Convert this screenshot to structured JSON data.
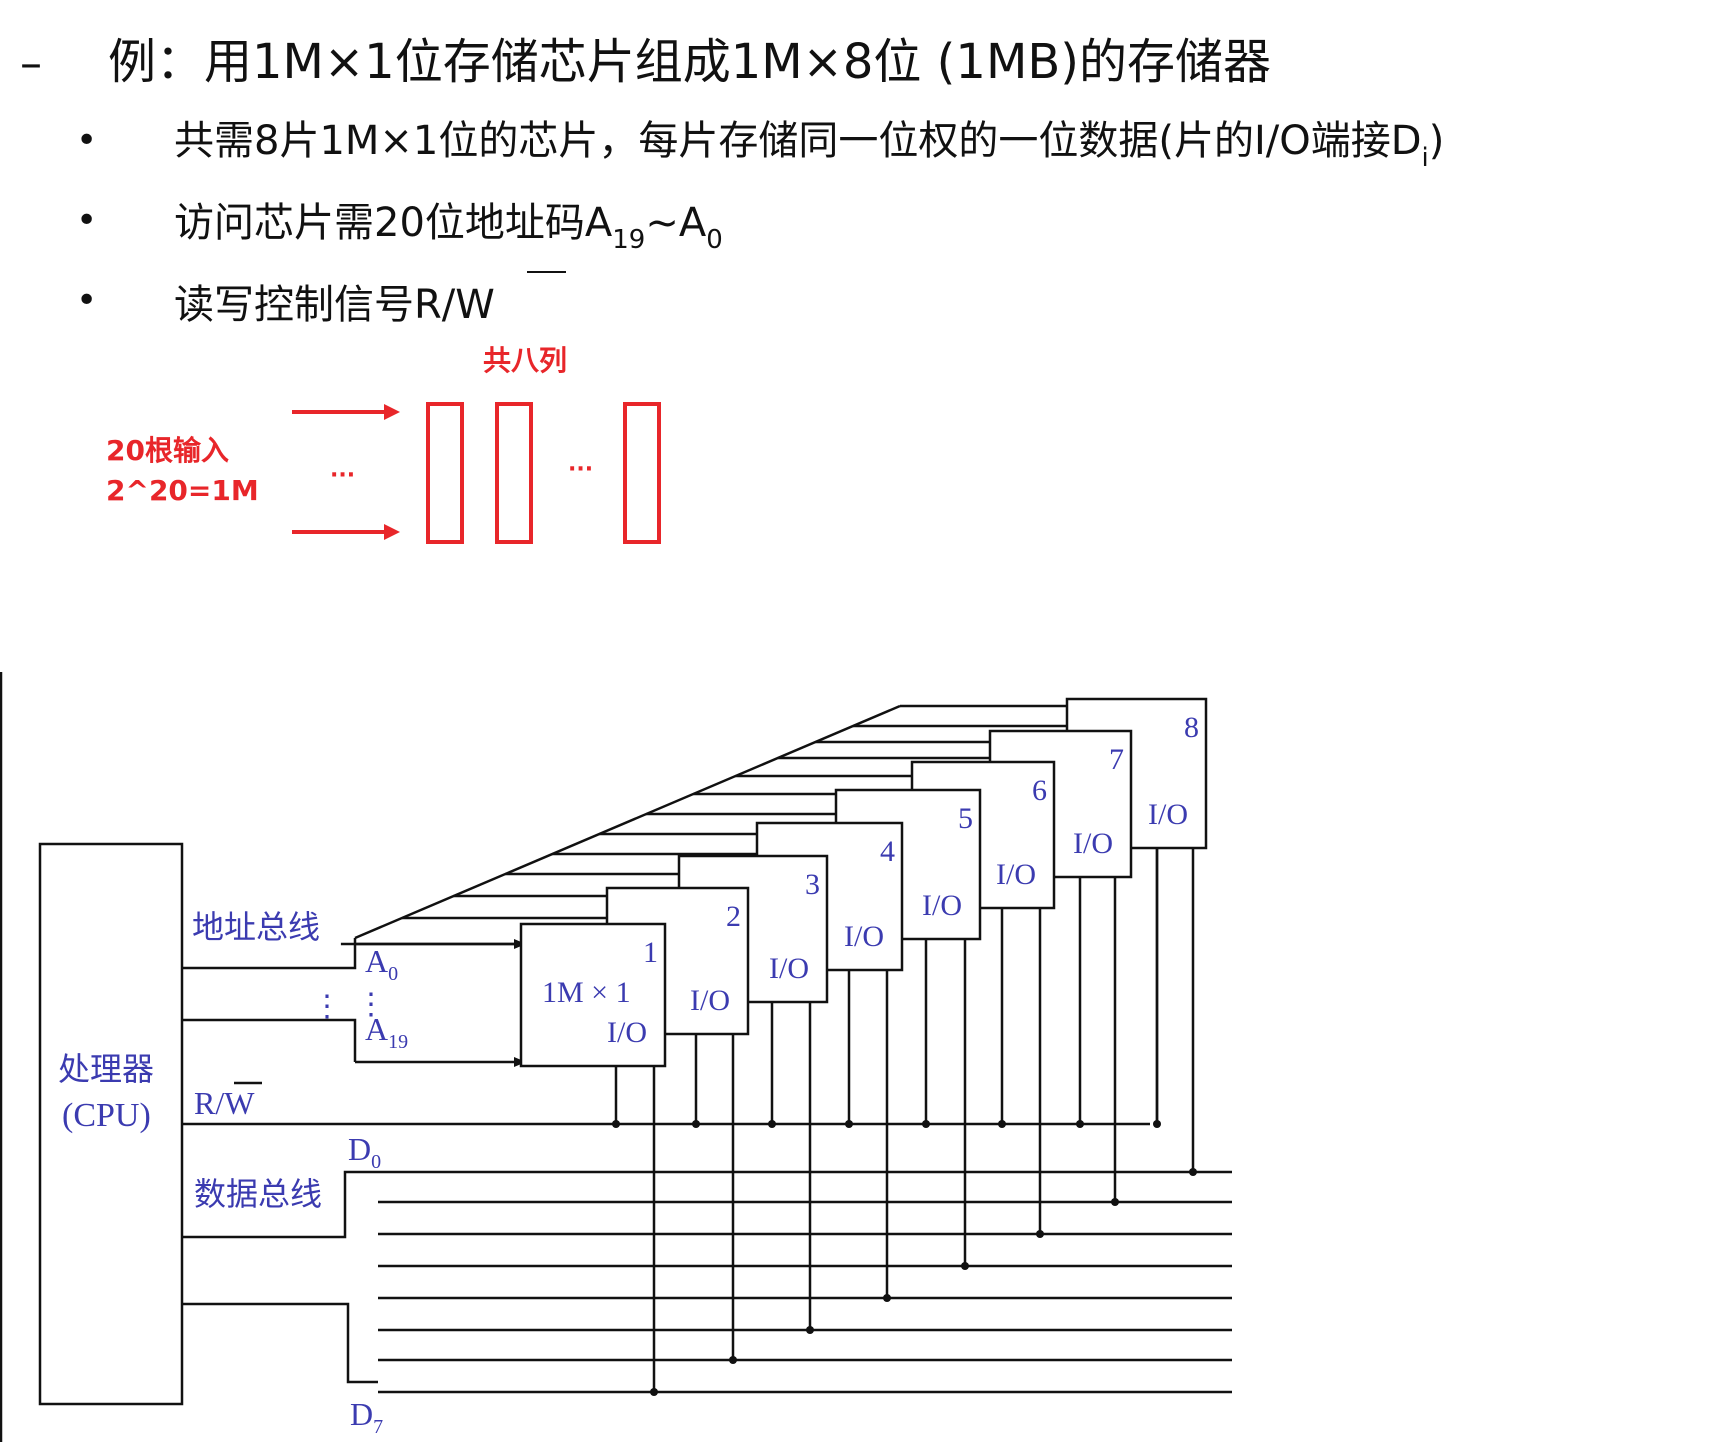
{
  "heading": {
    "dash": "–",
    "title": "例：用1M×1位存储芯片组成1M×8位 (1MB)的存储器"
  },
  "bullets": [
    {
      "marker": "•",
      "text": "共需8片1M×1位的芯片，每片存储同一位权的一位数据(片的I/O端接D",
      "sub": "i",
      "tail": ")"
    },
    {
      "marker": "•",
      "text": "访问芯片需20位地址码A",
      "sub": "19",
      "mid": "~A",
      "sub2": "0"
    },
    {
      "marker": "•",
      "text": "读写控制信号R/",
      "over": "W"
    }
  ],
  "sketch": {
    "label_top": "共八列",
    "label_left_1": "20根输入",
    "label_left_2": "2^20=1M",
    "dots_left": "···",
    "dots_mid": "···",
    "colors": {
      "red": "#e8262a"
    }
  },
  "circuit": {
    "cpu_label_1": "处理器",
    "cpu_label_2": "(CPU)",
    "addr_bus": "地址总线",
    "a0": "A",
    "a0_sub": "0",
    "a19": "A",
    "a19_sub": "19",
    "vdots": "⋮",
    "rw": "R/",
    "rw_over": "W",
    "data_bus": "数据总线",
    "d0": "D",
    "d0_sub": "0",
    "d7": "D",
    "d7_sub": "7",
    "chip_text": "1M × 1",
    "io": "I/O",
    "chip_numbers": [
      "1",
      "2",
      "3",
      "4",
      "5",
      "6",
      "7",
      "8"
    ],
    "colors": {
      "wire": "#111111",
      "label": "#3b3bb0"
    }
  }
}
